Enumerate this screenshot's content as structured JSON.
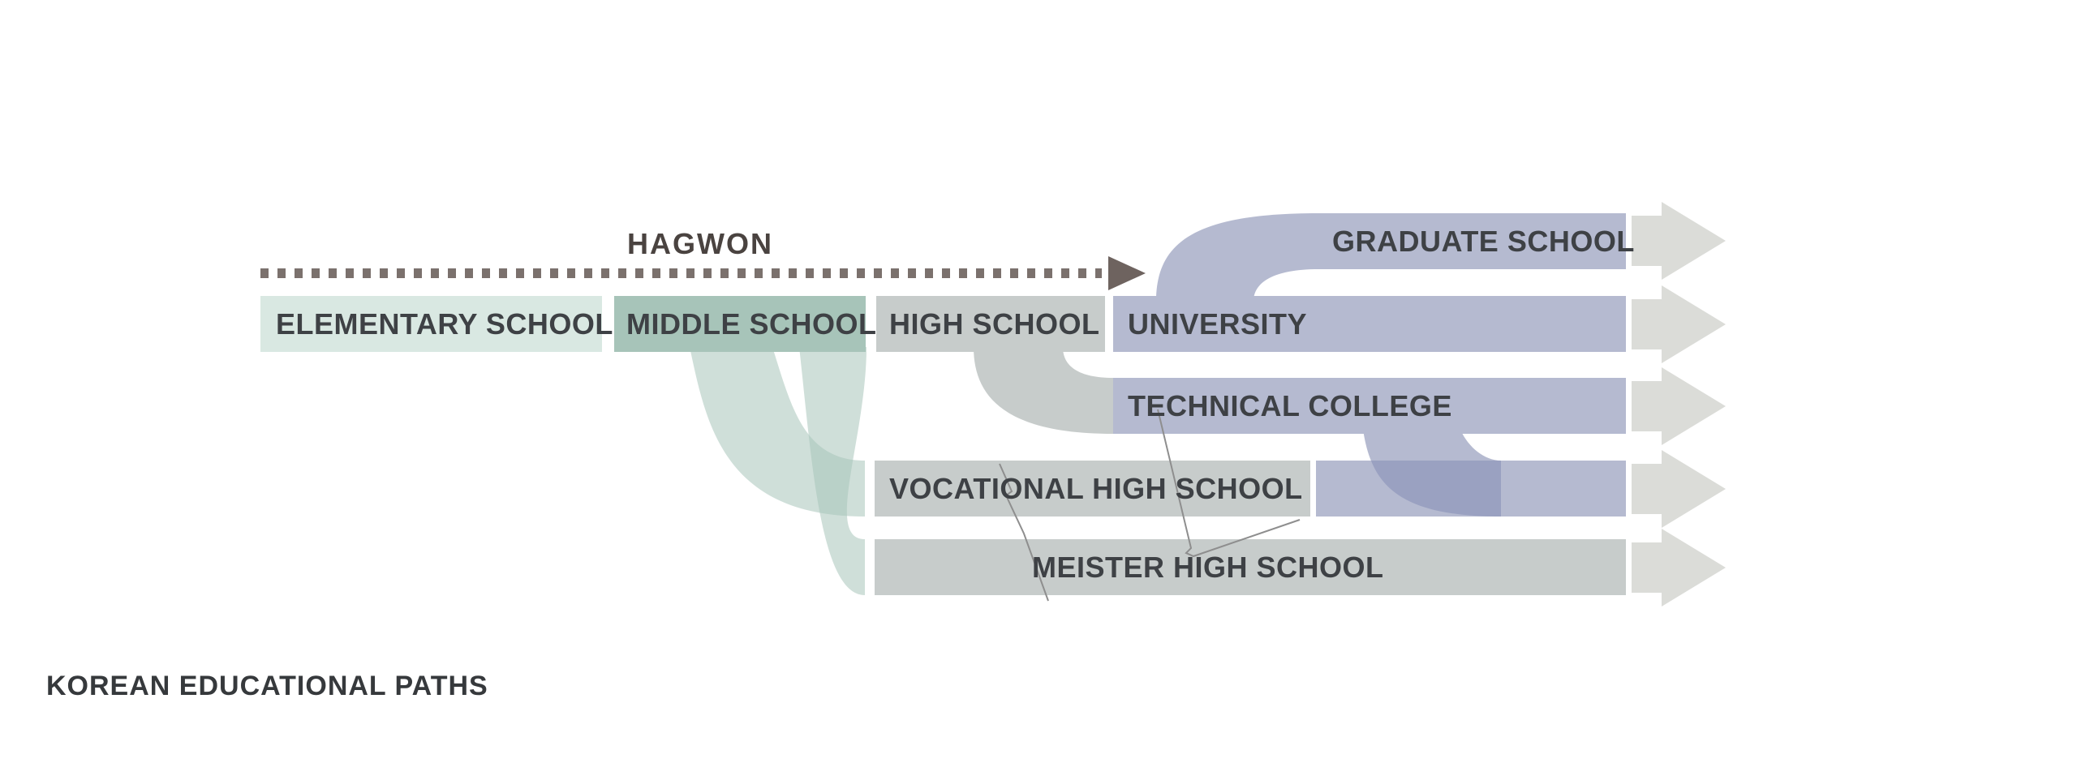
{
  "page_title": "KOREAN EDUCATIONAL PATHS",
  "annotations": {
    "hagwon": "HAGWON",
    "hagwon_note": "dotted arrow running above ELEMENTARY SCHOOL through HIGH SCHOOL toward UNIVERSITY"
  },
  "stages": {
    "elementary": "ELEMENTARY SCHOOL",
    "middle": "MIDDLE SCHOOL",
    "high": "HIGH SCHOOL",
    "university": "UNIVERSITY",
    "graduate": "GRADUATE SCHOOL",
    "technical": "TECHNICAL COLLEGE",
    "vocational": "VOCATIONAL HIGH SCHOOL",
    "meister": "MEISTER HIGH SCHOOL"
  },
  "diagram": {
    "type": "sankey-flow",
    "flows": [
      {
        "from": "ELEMENTARY SCHOOL",
        "to": "MIDDLE SCHOOL"
      },
      {
        "from": "MIDDLE SCHOOL",
        "to": "HIGH SCHOOL"
      },
      {
        "from": "MIDDLE SCHOOL",
        "to": "VOCATIONAL HIGH SCHOOL"
      },
      {
        "from": "MIDDLE SCHOOL",
        "to": "MEISTER HIGH SCHOOL"
      },
      {
        "from": "HIGH SCHOOL",
        "to": "UNIVERSITY"
      },
      {
        "from": "HIGH SCHOOL",
        "to": "TECHNICAL COLLEGE"
      },
      {
        "from": "UNIVERSITY",
        "to": "GRADUATE SCHOOL"
      },
      {
        "from": "TECHNICAL COLLEGE",
        "to": "VOCATIONAL HIGH SCHOOL ROW"
      }
    ],
    "continuation_arrows": 5
  },
  "colors": {
    "background": "#ffffff",
    "mint": "#d9e8e2",
    "sage": "#a7c4b9",
    "gray_band": "#c7cccb",
    "lavender": "#b5bad0",
    "lavender_overlap": "#9aa1c1",
    "arrow": "#dbdcd8",
    "dash": "#7b716d",
    "arrowhead": "#6e635f",
    "label_text": "#3e4145",
    "leader_line": "#8e8e8e"
  }
}
